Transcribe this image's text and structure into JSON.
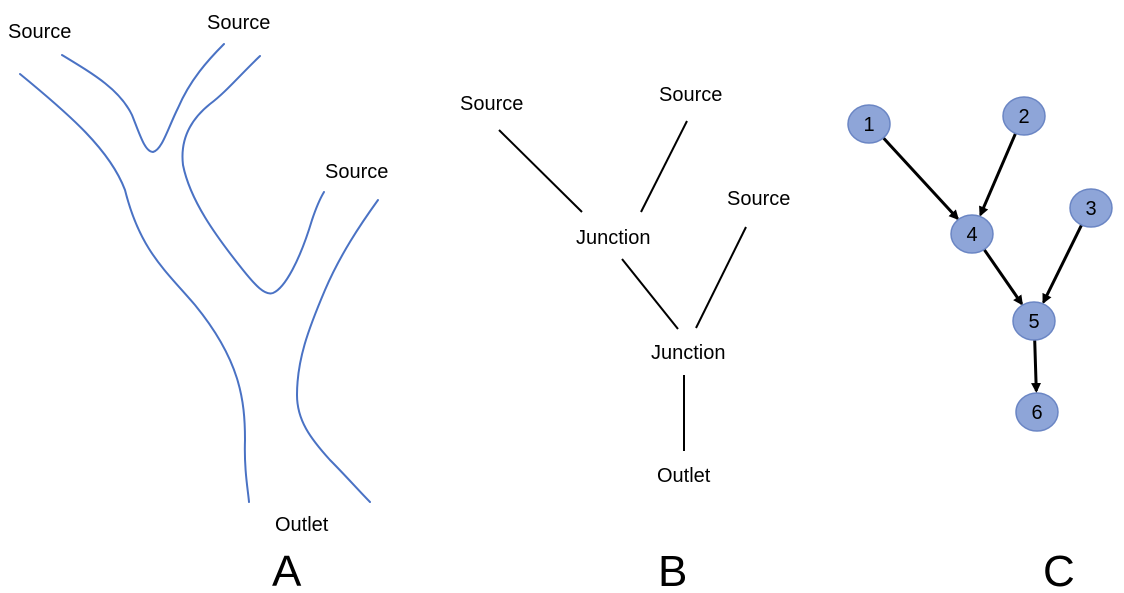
{
  "colors": {
    "river": "#4a72c4",
    "node_fill": "#8ea5d8",
    "node_stroke": "#6b86c4",
    "line": "#000000"
  },
  "panel_a": {
    "letter": "A",
    "sources": [
      "Source",
      "Source",
      "Source"
    ],
    "outlet": "Outlet"
  },
  "panel_b": {
    "letter": "B",
    "sources": [
      "Source",
      "Source",
      "Source"
    ],
    "junctions": [
      "Junction",
      "Junction"
    ],
    "outlet": "Outlet"
  },
  "panel_c": {
    "letter": "C",
    "nodes": [
      "1",
      "2",
      "3",
      "4",
      "5",
      "6"
    ],
    "edges": [
      [
        "1",
        "4"
      ],
      [
        "2",
        "4"
      ],
      [
        "4",
        "5"
      ],
      [
        "3",
        "5"
      ],
      [
        "5",
        "6"
      ]
    ]
  }
}
